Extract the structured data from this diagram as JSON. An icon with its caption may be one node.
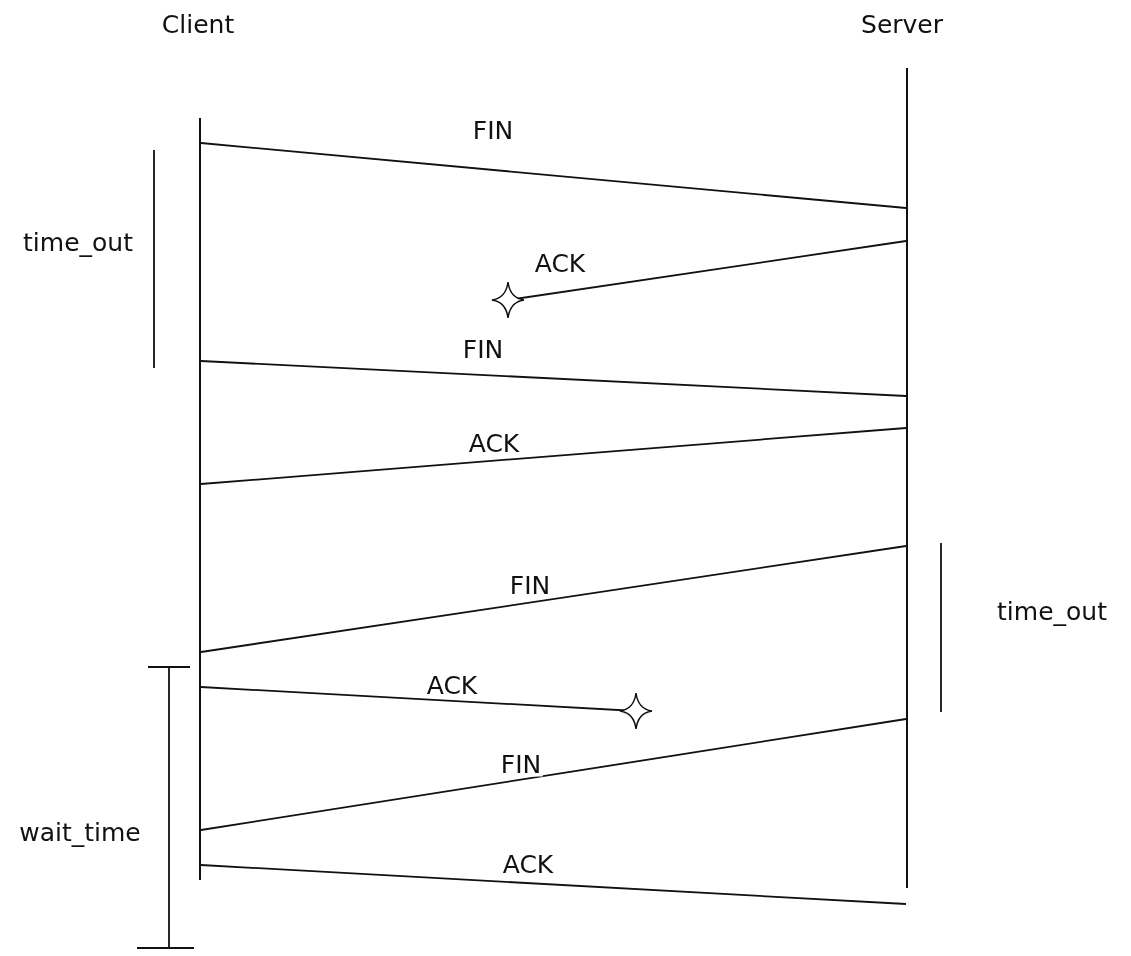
{
  "diagram": {
    "nodes": [
      {
        "text": [
          "Client"
        ]
      },
      {
        "text": [
          "Server"
        ]
      },
      {
        "text": [],
        "shape": "bar"
      },
      {
        "text": [],
        "shape": "bar"
      }
    ],
    "edges": [
      {
        "from": 2,
        "to": 3,
        "arrow": "none",
        "label": "FIN"
      },
      {
        "from": 3,
        "to": null,
        "arrow": "other",
        "label": "ACK"
      },
      {
        "from": 2,
        "to": 3,
        "arrow": "none",
        "label": "FIN"
      },
      {
        "from": 3,
        "to": 2,
        "arrow": "none",
        "label": "ACK"
      },
      {
        "from": 3,
        "to": 2,
        "arrow": "none",
        "label": "FIN"
      },
      {
        "from": 2,
        "to": null,
        "arrow": "other",
        "label": "ACK"
      },
      {
        "from": 3,
        "to": 2,
        "arrow": "none",
        "label": "FIN"
      },
      {
        "from": 2,
        "to": 3,
        "arrow": "none",
        "label": "ACK"
      }
    ],
    "labels": [
      "time_out",
      "time_out",
      "wait_time"
    ]
  }
}
